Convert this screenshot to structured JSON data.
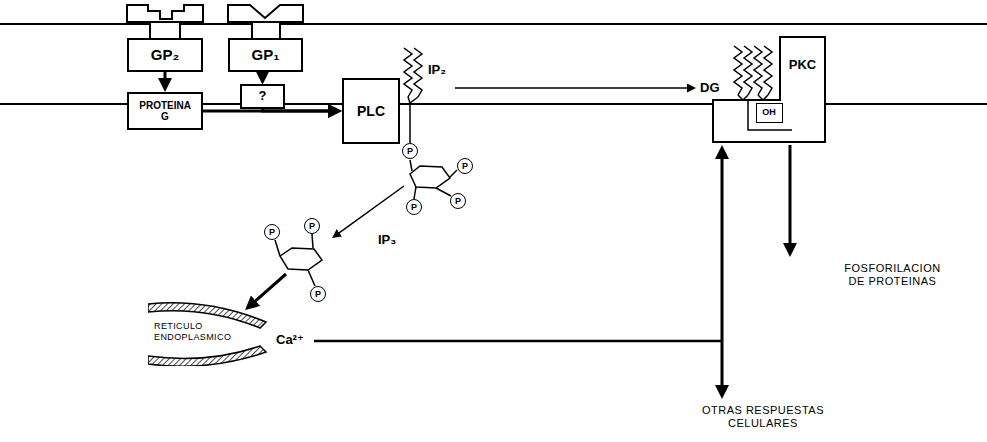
{
  "diagram": {
    "nodes": [
      {
        "text": [
          "GP₂"
        ]
      },
      {
        "text": [
          "GP₁"
        ]
      },
      {
        "text": [
          "PROTEINA G"
        ]
      },
      {
        "text": [
          "?"
        ]
      },
      {
        "text": [
          "PLC"
        ]
      },
      {
        "text": [
          "PKC"
        ]
      },
      {
        "text": [
          "OH"
        ],
        "in": 5
      },
      {
        "text": [
          "P"
        ]
      },
      {
        "text": [
          "P"
        ]
      },
      {
        "text": [
          "P"
        ]
      },
      {
        "text": [
          "P"
        ]
      },
      {
        "text": [
          "P"
        ]
      },
      {
        "text": [
          "P"
        ]
      },
      {
        "text": [
          "P"
        ]
      },
      {
        "text": [
          "RETICULO ENDOPLASMICO"
        ]
      }
    ],
    "edges": [
      {
        "from": 0,
        "to": 2,
        "arrow": "to"
      },
      {
        "from": 1,
        "to": 3,
        "arrow": "to"
      },
      {
        "from": 2,
        "to": 4,
        "arrow": "to"
      },
      {
        "from": 3,
        "to": 4,
        "arrow": "to"
      }
    ],
    "labels": [
      "IP₂",
      "DG",
      "IP₃",
      "Ca²⁺",
      "FOSFORILACION DE PROTEINAS",
      "OTRAS RESPUESTAS CELULARES"
    ]
  }
}
